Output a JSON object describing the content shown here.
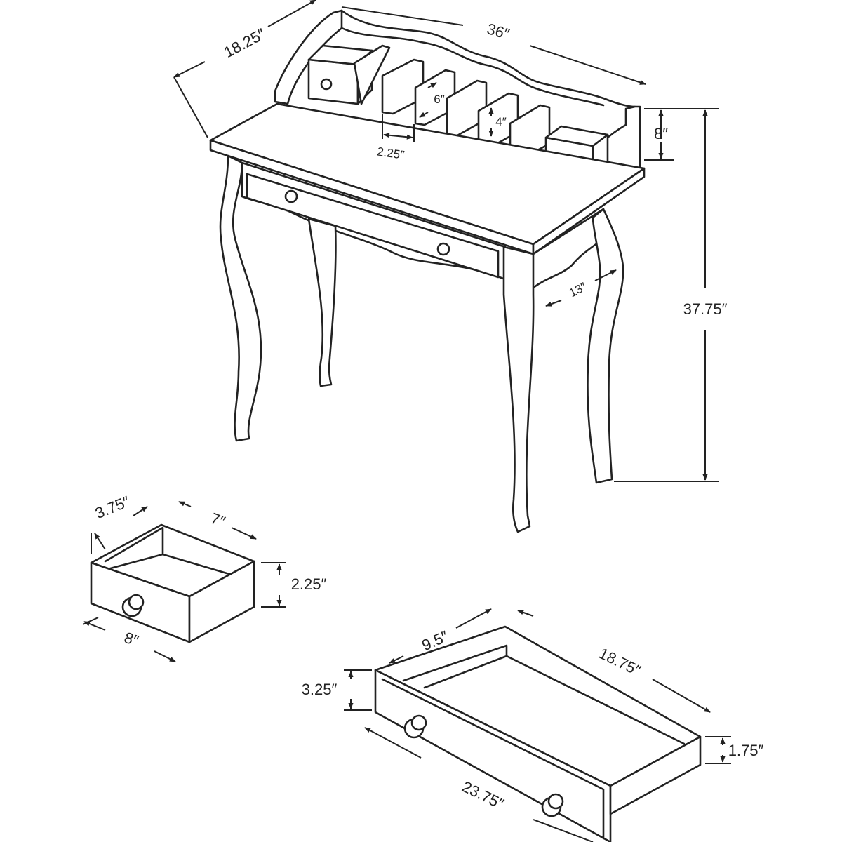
{
  "colors": {
    "line": "#222222",
    "background": "#ffffff"
  },
  "desk": {
    "depth": "18.25″",
    "width": "36″",
    "hutch_height": "8″",
    "total_height": "37.75″",
    "leg_spacing": "13″",
    "divider_gap": "2.25″",
    "divider_height_6": "6″",
    "divider_height_4": "4″"
  },
  "small_drawer": {
    "depth": "3.75″",
    "inner_width": "7″",
    "height": "2.25″",
    "front_width": "8″"
  },
  "large_drawer": {
    "depth": "9.5″",
    "inner_width": "18.75″",
    "front_height": "3.25″",
    "side_height": "1.75″",
    "front_width": "23.75″"
  }
}
